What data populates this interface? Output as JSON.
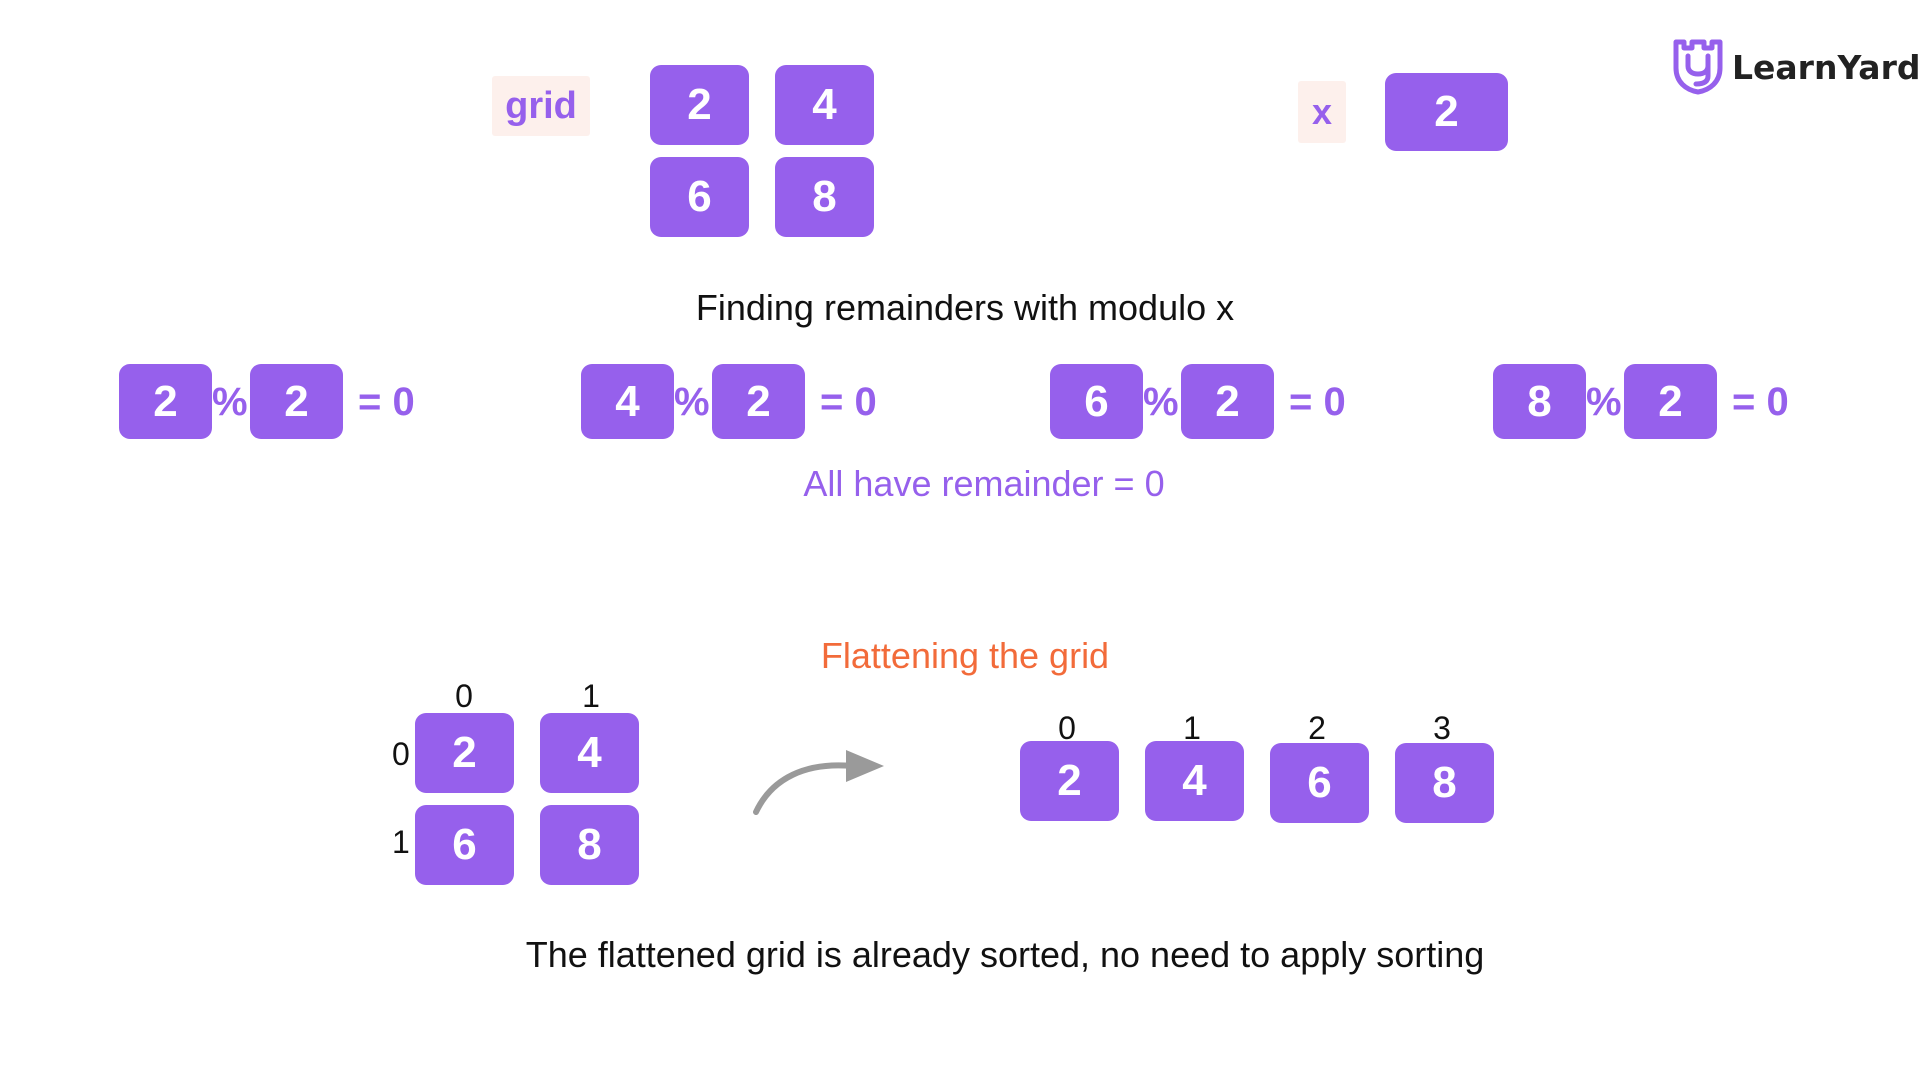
{
  "brand": {
    "name": "LearnYard",
    "color": "#9660ec"
  },
  "colors": {
    "box": "#9660ec",
    "accent_purple": "#9660ec",
    "accent_orange": "#f26b3a",
    "tag_bg": "#fdf0ec"
  },
  "top": {
    "grid_label": "grid",
    "grid": [
      [
        "2",
        "4"
      ],
      [
        "6",
        "8"
      ]
    ],
    "x_label": "x",
    "x_value": "2"
  },
  "modulo": {
    "heading": "Finding remainders with modulo x",
    "expressions": [
      {
        "a": "2",
        "op": "%",
        "b": "2",
        "result": "= 0"
      },
      {
        "a": "4",
        "op": "%",
        "b": "2",
        "result": "= 0"
      },
      {
        "a": "6",
        "op": "%",
        "b": "2",
        "result": "= 0"
      },
      {
        "a": "8",
        "op": "%",
        "b": "2",
        "result": "= 0"
      }
    ],
    "summary": "All have remainder = 0"
  },
  "flatten": {
    "heading": "Flattening the grid",
    "col_indices": [
      "0",
      "1"
    ],
    "row_indices": [
      "0",
      "1"
    ],
    "grid": [
      [
        "2",
        "4"
      ],
      [
        "6",
        "8"
      ]
    ],
    "arrow_icon": "curved-arrow-icon",
    "flat_indices": [
      "0",
      "1",
      "2",
      "3"
    ],
    "flat": [
      "2",
      "4",
      "6",
      "8"
    ],
    "conclusion": "The flattened grid is already sorted, no need to apply sorting"
  }
}
